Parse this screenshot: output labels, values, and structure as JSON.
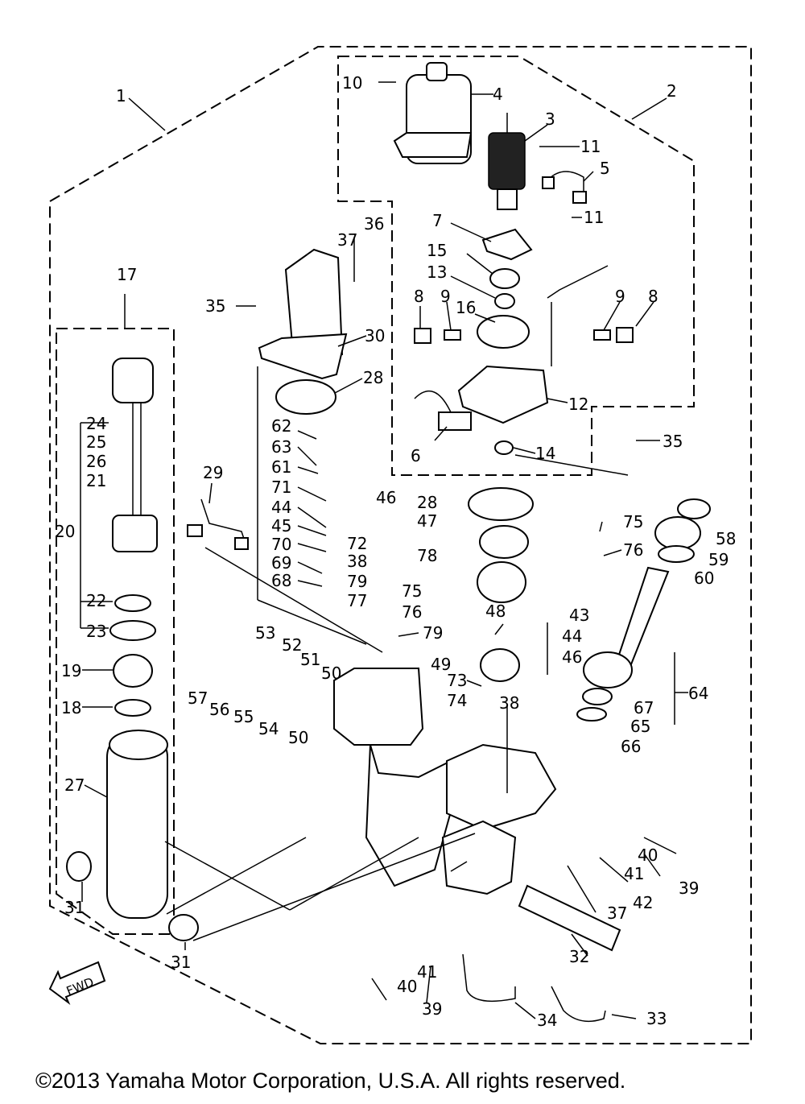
{
  "labels": {
    "1": "1",
    "2": "2",
    "3": "3",
    "4": "4",
    "5": "5",
    "6": "6",
    "7": "7",
    "8a": "8",
    "8b": "8",
    "9a": "9",
    "9b": "9",
    "10": "10",
    "11a": "11",
    "11b": "11",
    "12": "12",
    "13": "13",
    "14": "14",
    "15": "15",
    "16": "16",
    "17": "17",
    "18": "18",
    "19": "19",
    "20": "20",
    "21": "21",
    "22": "22",
    "23": "23",
    "24": "24",
    "25": "25",
    "26": "26",
    "27": "27",
    "28a": "28",
    "28b": "28",
    "29": "29",
    "30": "30",
    "31a": "31",
    "31b": "31",
    "32": "32",
    "33": "33",
    "34": "34",
    "35a": "35",
    "35b": "35",
    "36": "36",
    "37a": "37",
    "37b": "37",
    "38a": "38",
    "38b": "38",
    "39a": "39",
    "39b": "39",
    "40a": "40",
    "40b": "40",
    "41a": "41",
    "41b": "41",
    "42": "42",
    "43": "43",
    "44a": "44",
    "44b": "44",
    "45": "45",
    "46a": "46",
    "46b": "46",
    "47": "47",
    "48": "48",
    "49": "49",
    "50a": "50",
    "50b": "50",
    "51": "51",
    "52": "52",
    "53": "53",
    "54": "54",
    "55": "55",
    "56": "56",
    "57": "57",
    "58": "58",
    "59": "59",
    "60": "60",
    "61": "61",
    "62": "62",
    "63": "63",
    "64": "64",
    "65": "65",
    "66": "66",
    "67": "67",
    "68": "68",
    "69": "69",
    "70": "70",
    "71": "71",
    "72": "72",
    "73": "73",
    "74": "74",
    "75a": "75",
    "75b": "75",
    "76a": "76",
    "76b": "76",
    "77": "77",
    "78": "78",
    "79a": "79",
    "79b": "79"
  },
  "fwd_label": "FWD",
  "copyright": "©2013 Yamaha Motor Corporation, U.S.A. All rights reserved."
}
